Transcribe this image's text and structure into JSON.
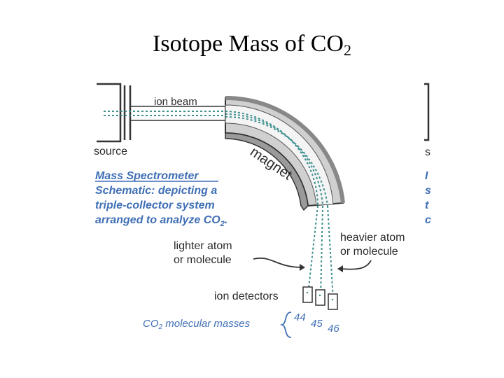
{
  "title": {
    "text": "Isotope Mass of CO",
    "subscript": "2"
  },
  "diagram": {
    "ion_beam_label": "ion beam",
    "source_label": "source",
    "magnet_label": "magnet",
    "caption_lines": [
      "Mass Spectrometer",
      "Schematic: depicting a",
      "triple-collector system",
      "arranged to analyze CO",
      "2",
      "."
    ],
    "lighter_label_lines": [
      "lighter atom",
      "or molecule"
    ],
    "heavier_label_lines": [
      "heavier atom",
      "or molecule"
    ],
    "detectors_label": "ion detectors",
    "masses_label_prefix": "CO",
    "masses_label_sub": "2",
    "masses_label_suffix": " molecular masses",
    "mass_values": [
      "44",
      "45",
      "46"
    ],
    "right_edge_letters": [
      "s",
      "I",
      "s",
      "t",
      "c"
    ]
  },
  "colors": {
    "accent_blue": "#3f6fb5",
    "beam_teal": "#3f8f8f",
    "magnet_gray": "#d0d0d0"
  }
}
